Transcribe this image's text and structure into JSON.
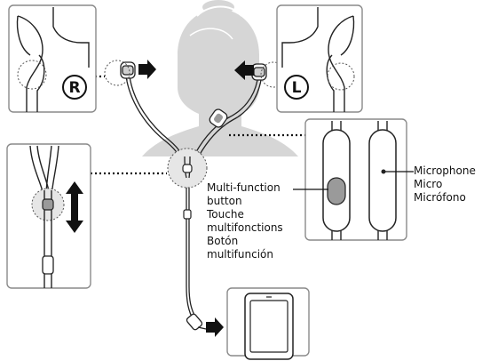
{
  "badges": {
    "right": "R",
    "left": "L"
  },
  "labels": {
    "multifunction": [
      "Multi-function",
      "button",
      "Touche",
      "multifonctions",
      "Botón",
      "multifunción"
    ],
    "microphone": [
      "Microphone",
      "Micro",
      "Micrófono"
    ]
  },
  "colors": {
    "line": "#222222",
    "panel_border": "#8a8a8a",
    "head_silhouette": "#d6d6d6",
    "highlight_circle": "#e6e6e6",
    "button_fill": "#9a9a9a"
  }
}
